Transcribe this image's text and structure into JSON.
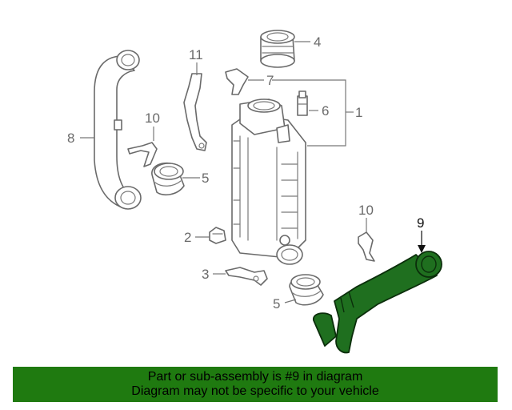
{
  "colors": {
    "highlight": "#1f6f1f",
    "banner_bg": "#1f7a10",
    "part_stroke": "#6a6a6a"
  },
  "callouts": {
    "c1": "1",
    "c2": "2",
    "c3": "3",
    "c4": "4",
    "c5a": "5",
    "c5b": "5",
    "c6": "6",
    "c7": "7",
    "c8": "8",
    "c9": "9",
    "c10a": "10",
    "c10b": "10",
    "c11": "11"
  },
  "highlighted_part": "9",
  "banner": {
    "line1": "Part or sub-assembly is #9 in diagram",
    "line2": "Diagram may not be specific to your vehicle"
  }
}
